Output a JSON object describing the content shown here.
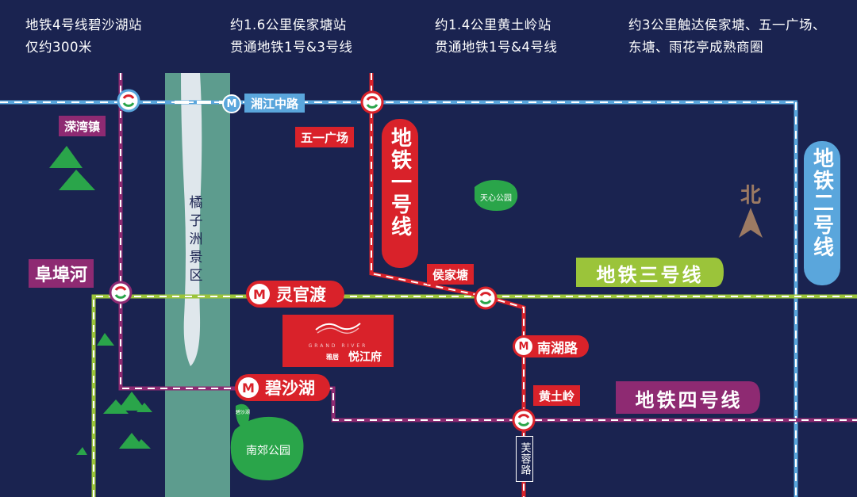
{
  "header": {
    "col1": [
      "地铁4号线碧沙湖站",
      "仅约300米"
    ],
    "col2": [
      "约1.6公里侯家塘站",
      "贯通地铁1号&3号线"
    ],
    "col3": [
      "约1.4公里黄土岭站",
      "贯通地铁1号&4号线"
    ],
    "col4": [
      "约3公里触达侯家塘、五一广场、",
      "东塘、雨花亭成熟商圈"
    ]
  },
  "lines": {
    "line1": "地铁一号线",
    "line2": "地铁二号线",
    "line3": "地铁三号线",
    "line4": "地铁四号线"
  },
  "stations": {
    "liuwanzhen": "溁湾镇",
    "xiangjiang": "湘江中路",
    "wuyi": "五一广场",
    "fubuhe": "阜埠河",
    "lingguandu": "灵官渡",
    "houjiatang": "侯家塘",
    "nanhulu": "南湖路",
    "bishahu": "碧沙湖",
    "huangtuling": "黄土岭"
  },
  "places": {
    "island": "橘子洲景区",
    "tianxin": "天心公园",
    "nanjiao": "南郊公园",
    "furong": "芙蓉路",
    "small_park": "碧沙湖"
  },
  "north": "北",
  "logo": {
    "en": "GRAND RIVER",
    "cn": "悦江府",
    "brand": "雅居"
  },
  "colors": {
    "bg": "#1a2350",
    "line1": "#d9222a",
    "line2": "#5aa6dc",
    "line3": "#9bc43a",
    "line4": "#8e2a72",
    "river": "#5d9c8e",
    "park": "#2aa54a"
  }
}
